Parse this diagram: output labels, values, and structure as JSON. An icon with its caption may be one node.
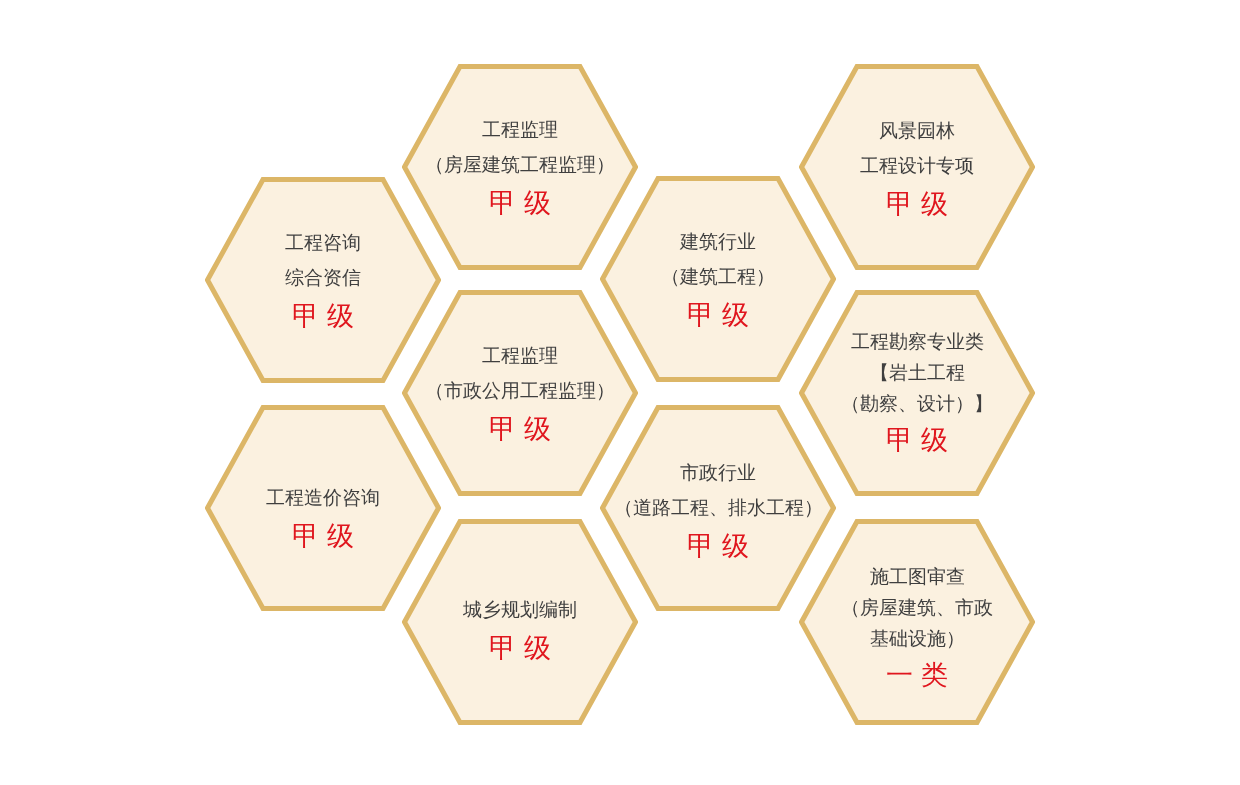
{
  "diagram": {
    "nodes": [
      {
        "text": [
          "工程咨询综合资信",
          "甲级"
        ]
      },
      {
        "text": [
          "工程造价咨询",
          "甲级"
        ]
      },
      {
        "text": [
          "工程监理（房屋建筑工程监理）",
          "甲级"
        ]
      },
      {
        "text": [
          "工程监理（市政公用工程监理）",
          "甲级"
        ]
      },
      {
        "text": [
          "城乡规划编制",
          "甲级"
        ]
      },
      {
        "text": [
          "建筑行业（建筑工程）",
          "甲级"
        ]
      },
      {
        "text": [
          "市政行业（道路工程、排水工程）",
          "甲级"
        ]
      },
      {
        "text": [
          "风景园林工程设计专项",
          "甲级"
        ]
      },
      {
        "text": [
          "工程勘察专业类【岩土工程（勘察、设计）】",
          "甲级"
        ]
      },
      {
        "text": [
          "施工图审查（房屋建筑、市政基础设施）",
          "一类"
        ]
      }
    ]
  }
}
